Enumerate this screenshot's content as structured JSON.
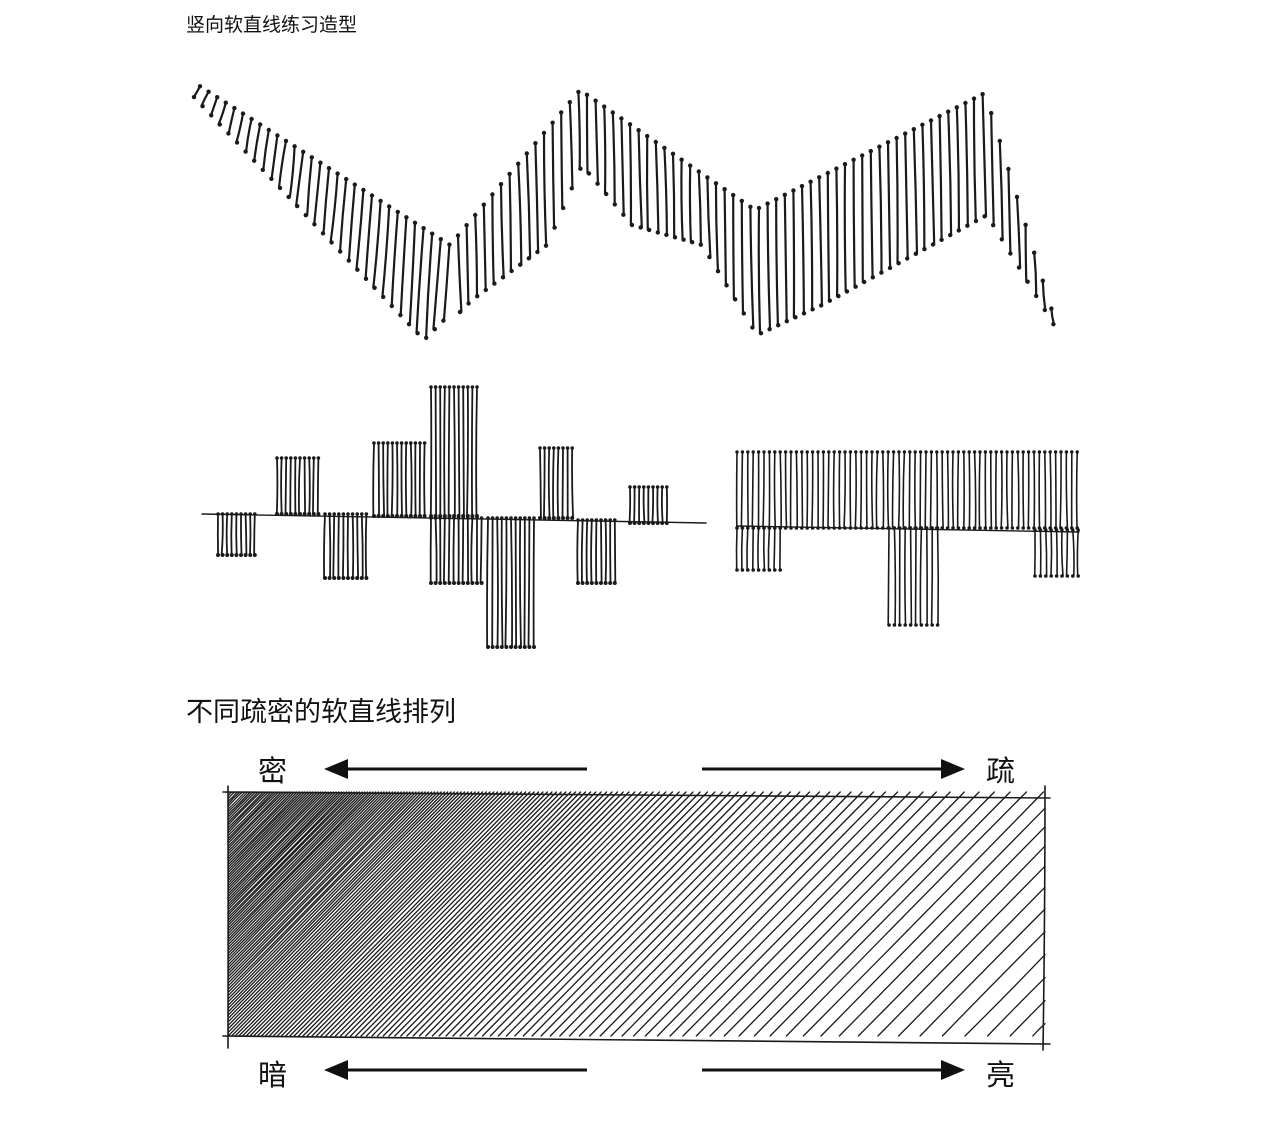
{
  "page": {
    "top_caption": "竖向软直线练习造型",
    "section_title": "不同疏密的软直线排列",
    "labels": {
      "dense": "密",
      "sparse": "疏",
      "dark": "暗",
      "light": "亮"
    }
  },
  "colors": {
    "ink": "#1a1a1a",
    "paper": "#ffffff"
  }
}
